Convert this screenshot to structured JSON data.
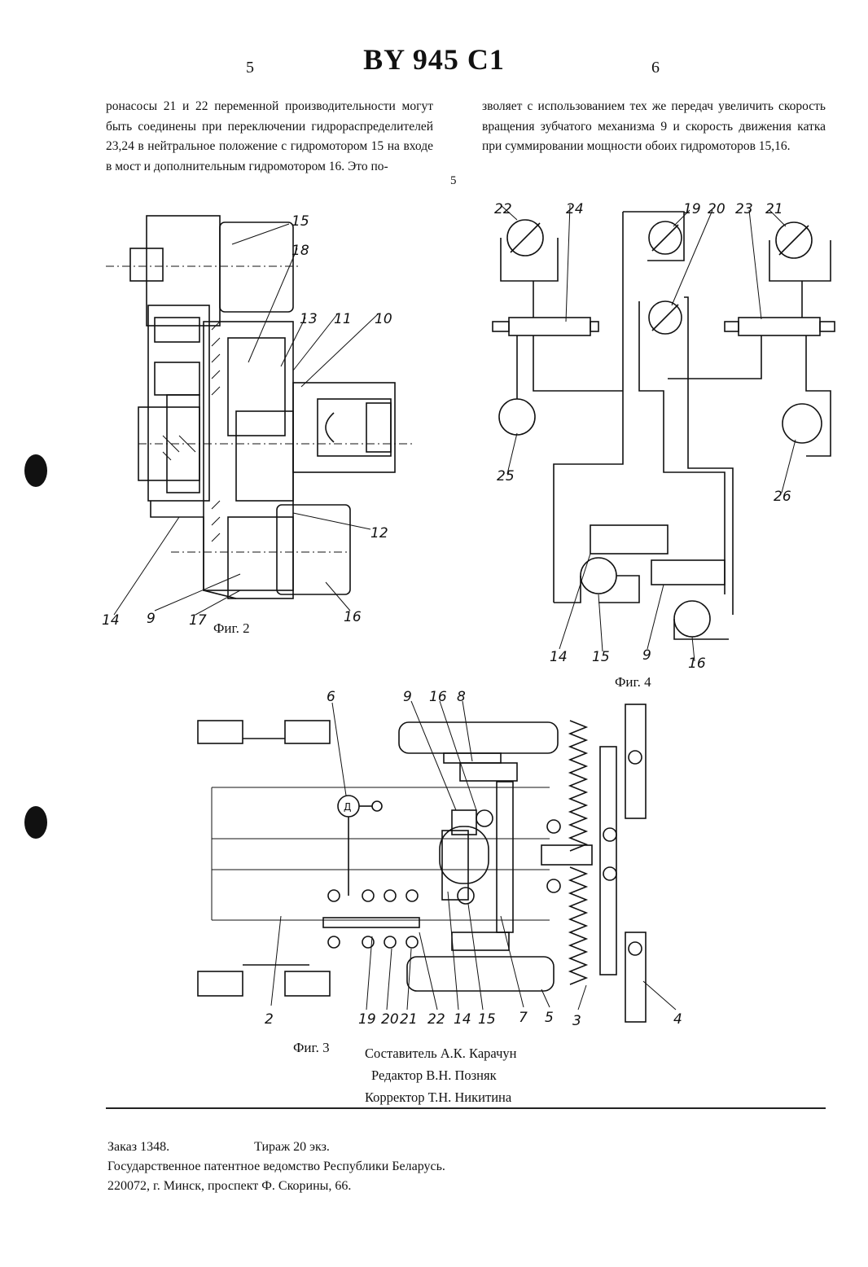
{
  "header": {
    "left_page": "5",
    "title": "BY 945 C1",
    "right_page": "6"
  },
  "text": {
    "left_column": "ронасосы 21 и 22 переменной производительности могут быть соединены при переключении гидрораспределителей 23,24 в нейтральное положение с гидромотором 15 на входе в мост и дополнительным гидромотором 16. Это по-",
    "right_column": "зволяет с использованием тех же передач увеличить скорость вращения зубчатого механизма 9 и скорость движения катка при суммировании мощности обоих гидромоторов 15,16.",
    "margin_number": "5"
  },
  "figures": {
    "fig2": {
      "caption": "Фиг. 2",
      "labels": [
        "15",
        "18",
        "13",
        "11",
        "10",
        "12",
        "14",
        "9",
        "17",
        "16"
      ]
    },
    "fig4": {
      "caption": "Фиг. 4",
      "labels": [
        "22",
        "24",
        "19",
        "20",
        "23",
        "21",
        "25",
        "26",
        "14",
        "15",
        "9",
        "16"
      ]
    },
    "fig3": {
      "caption": "Фиг. 3",
      "labels": [
        "6",
        "9",
        "16",
        "8",
        "2",
        "19",
        "20",
        "21",
        "22",
        "14",
        "15",
        "7",
        "5",
        "3",
        "4"
      ],
      "motor_symbol": "Д"
    }
  },
  "credits": {
    "compiler": "Составитель А.К. Карачун",
    "editor": "Редактор В.Н. Позняк",
    "corrector": "Корректор Т.Н. Никитина"
  },
  "footer": {
    "order": "Заказ  1348.",
    "circulation": "Тираж 20 экз.",
    "office": "Государственное патентное ведомство Республики Беларусь.",
    "address": "220072, г. Минск, проспект Ф. Скорины, 66."
  }
}
